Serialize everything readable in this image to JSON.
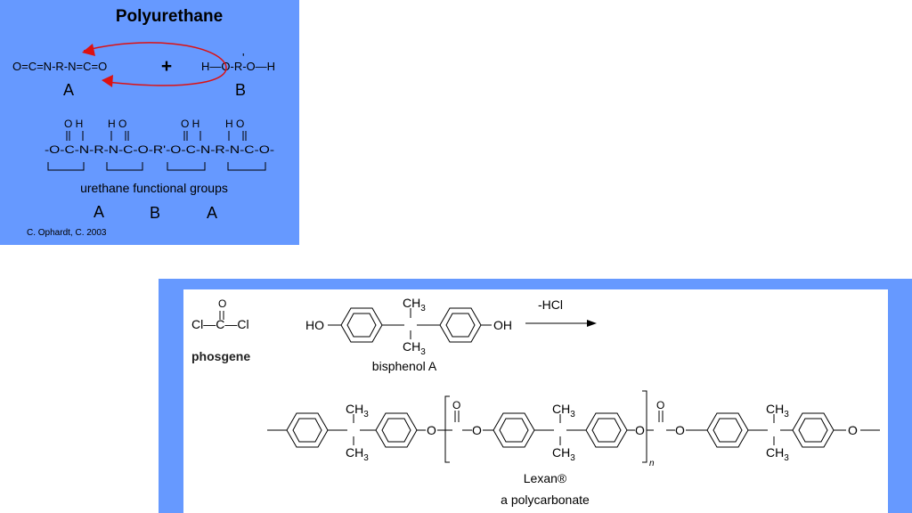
{
  "polyurethane": {
    "title": "Polyurethane",
    "isocyanate_formula": "O=C=N-R-N=C=O",
    "plus": "+",
    "diol_formula": "H—O-R-O—H",
    "diol_prime": "'",
    "label_a": "A",
    "label_b": "B",
    "chain_top_1": "O H",
    "chain_top_2": "H O",
    "chain_top_3": "O H",
    "chain_top_4": "H O",
    "chain_formula": "-O-C-N-R-N-C-O-R'-O-C-N-R-N-C-O-",
    "functional_groups_caption": "urethane functional groups",
    "bottom_labels": [
      "A",
      "B",
      "A"
    ],
    "credit": "C. Ophardt, C. 2003",
    "background_color": "#6699ff",
    "arrow_color": "#dd1111"
  },
  "polycarbonate": {
    "phosgene_o": "O",
    "phosgene_formula": "Cl—C—Cl",
    "phosgene_label": "phosgene",
    "bpa_ho": "HO",
    "bpa_oh": "OH",
    "ch3": "CH",
    "ch3_sub": "3",
    "bpa_label": "bisphenol A",
    "byproduct": "-HCl",
    "repeat_o": "O",
    "subscript_n": "n",
    "product_name": "Lexan®",
    "product_caption": "a polycarbonate",
    "frame_color": "#6699ff"
  }
}
